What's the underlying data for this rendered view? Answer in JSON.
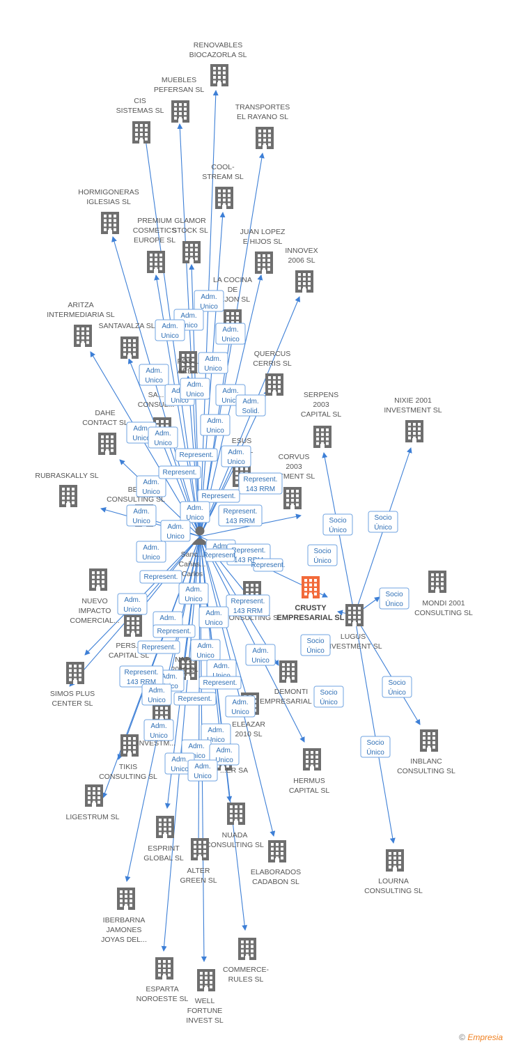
{
  "person": {
    "name_lines": [
      "Sanc...",
      "Cañas...",
      "Carlos"
    ]
  },
  "focus": {
    "label_lines": [
      "CRUSTY",
      "EMPRESARIAL SL"
    ]
  },
  "hub": {
    "label_lines": [
      "LUGUS",
      "INVESTMENT SL"
    ]
  },
  "companies": [
    {
      "lines": [
        "RENOVABLES",
        "BIOCAZORLA SL"
      ]
    },
    {
      "lines": [
        "MUEBLES",
        "PEFERSAN SL"
      ]
    },
    {
      "lines": [
        "CIS",
        "SISTEMAS SL"
      ]
    },
    {
      "lines": [
        "TRANSPORTES",
        "EL RAYANO SL"
      ]
    },
    {
      "lines": [
        "COOL-",
        "STREAM  SL"
      ]
    },
    {
      "lines": [
        "HORMIGONERAS",
        "IGLESIAS SL"
      ]
    },
    {
      "lines": [
        "PREMIUM",
        "COSMETICS",
        "EUROPE  SL"
      ]
    },
    {
      "lines": [
        "GLAMOR",
        "STOCK  SL"
      ]
    },
    {
      "lines": [
        "JUAN LOPEZ",
        "E HIJOS SL"
      ]
    },
    {
      "lines": [
        "INNOVEX",
        "2006 SL"
      ]
    },
    {
      "lines": [
        "LA COCINA",
        "DE",
        "TEJON SL"
      ]
    },
    {
      "lines": [
        "ARITZA",
        "INTERMEDIARIA SL"
      ]
    },
    {
      "lines": [
        "SANTAVALZA SL"
      ]
    },
    {
      "lines": [
        "QUERCUS",
        "CERRIS SL"
      ]
    },
    {
      "lines": [
        "POS...",
        "ARE..."
      ]
    },
    {
      "lines": [
        "SA...",
        "CONSUL..."
      ]
    },
    {
      "lines": [
        "DAHE",
        "CONTACT SL"
      ]
    },
    {
      "lines": [
        "ESUS",
        "...G SL"
      ]
    },
    {
      "lines": [
        "RUBRASKALLY SL"
      ]
    },
    {
      "lines": [
        "BE...",
        "CONSULTING SL"
      ]
    },
    {
      "lines": [
        "CORVUS",
        "2003",
        "...TMENT SL"
      ]
    },
    {
      "lines": [
        "NUEVO",
        "IMPACTO",
        "COMERCIAL..."
      ]
    },
    {
      "lines": [
        "PERS...",
        "CAPITAL SL"
      ]
    },
    {
      "lines": [
        "SIMOS PLUS",
        "CENTER SL"
      ]
    },
    {
      "lines": [
        "NAT...",
        "2010 SL"
      ]
    },
    {
      "lines": [
        "...CONSULTING S..."
      ]
    },
    {
      "lines": [
        "DEMONTI",
        "EMPRESARIAL SL"
      ]
    },
    {
      "lines": [
        "TIKIS",
        "CONSULTING SL"
      ]
    },
    {
      "lines": [
        "...INVESTM..."
      ]
    },
    {
      "lines": [
        "ELEAZAR",
        "2010 SL"
      ]
    },
    {
      "lines": [
        "...ER SA"
      ]
    },
    {
      "lines": [
        "LIGESTRUM SL"
      ]
    },
    {
      "lines": [
        "HERMUS",
        "CAPITAL SL"
      ]
    },
    {
      "lines": [
        "ESPRINT",
        "GLOBAL SL"
      ]
    },
    {
      "lines": [
        "NUADA",
        "CONSULTING SL"
      ]
    },
    {
      "lines": [
        "ALTER",
        "GREEN SL"
      ]
    },
    {
      "lines": [
        "ELABORADOS",
        "CADABON  SL"
      ]
    },
    {
      "lines": [
        "IBERBARNA",
        "JAMONES",
        "JOYAS DEL..."
      ]
    },
    {
      "lines": [
        "COMMERCE-",
        "RULES  SL"
      ]
    },
    {
      "lines": [
        "ESPARTA",
        "NOROESTE SL"
      ]
    },
    {
      "lines": [
        "WELL",
        "FORTUNE",
        "INVEST  SL"
      ]
    },
    {
      "lines": [
        "SERPENS",
        "2003",
        "CAPITAL SL"
      ]
    },
    {
      "lines": [
        "NIXIE 2001",
        "INVESTMENT SL"
      ]
    },
    {
      "lines": [
        "MONDI 2001",
        "CONSULTING SL"
      ]
    },
    {
      "lines": [
        "INBLANC",
        "CONSULTING SL"
      ]
    },
    {
      "lines": [
        "LOURNA",
        "CONSULTING SL"
      ]
    }
  ],
  "badges": [
    {
      "lines": [
        "Adm.",
        "Unico"
      ]
    },
    {
      "lines": [
        "Adm.",
        "Unico"
      ]
    },
    {
      "lines": [
        "Adm.",
        "Unico"
      ]
    },
    {
      "lines": [
        "Adm.",
        "Unico"
      ]
    },
    {
      "lines": [
        "Adm.",
        "Unico"
      ]
    },
    {
      "lines": [
        "Adm.",
        "Unico"
      ]
    },
    {
      "lines": [
        "Adm.",
        "Unico"
      ]
    },
    {
      "lines": [
        "Adm.",
        "Unico"
      ]
    },
    {
      "lines": [
        "Adm.",
        "Unico"
      ]
    },
    {
      "lines": [
        "Adm.",
        "Unico"
      ]
    },
    {
      "lines": [
        "Adm.",
        "Solid."
      ]
    },
    {
      "lines": [
        "Adm.",
        "Unico"
      ]
    },
    {
      "lines": [
        "Adm.",
        "Unico"
      ]
    },
    {
      "lines": [
        "Adm.",
        "Unico"
      ]
    },
    {
      "lines": [
        "Represent."
      ]
    },
    {
      "lines": [
        "Adm.",
        "Unico"
      ]
    },
    {
      "lines": [
        "Represent."
      ]
    },
    {
      "lines": [
        "Represent.",
        "143 RRM"
      ]
    },
    {
      "lines": [
        "Adm.",
        "Unico"
      ]
    },
    {
      "lines": [
        "Represent."
      ]
    },
    {
      "lines": [
        "Adm.",
        "Unico"
      ]
    },
    {
      "lines": [
        "Represent.",
        "143 RRM"
      ]
    },
    {
      "lines": [
        "Adm.",
        "Unico"
      ]
    },
    {
      "lines": [
        "Adm.",
        "Unico"
      ]
    },
    {
      "lines": [
        "Adm.",
        "Unico"
      ]
    },
    {
      "lines": [
        "Represent.",
        "143 RRM"
      ]
    },
    {
      "lines": [
        "Represent."
      ]
    },
    {
      "lines": [
        "Represent."
      ]
    },
    {
      "lines": [
        "Represent."
      ]
    },
    {
      "lines": [
        "Adm.",
        "Unico"
      ]
    },
    {
      "lines": [
        "Adm.",
        "Unico"
      ]
    },
    {
      "lines": [
        "Represent.",
        "143 RRM"
      ]
    },
    {
      "lines": [
        "Adm.",
        "Unico"
      ]
    },
    {
      "lines": [
        "Adm.",
        "Unico"
      ]
    },
    {
      "lines": [
        "Represent."
      ]
    },
    {
      "lines": [
        "Adm.",
        "Unico"
      ]
    },
    {
      "lines": [
        "Represent."
      ]
    },
    {
      "lines": [
        "Adm.",
        "Unico"
      ]
    },
    {
      "lines": [
        "Adm.",
        "Unico"
      ]
    },
    {
      "lines": [
        "Adm.",
        "Unico"
      ]
    },
    {
      "lines": [
        "Represent.",
        "143 RRM"
      ]
    },
    {
      "lines": [
        "Adm.",
        "Unico"
      ]
    },
    {
      "lines": [
        "Represent."
      ]
    },
    {
      "lines": [
        "Represent."
      ]
    },
    {
      "lines": [
        "Adm.",
        "Unico"
      ]
    },
    {
      "lines": [
        "Adm.",
        "Unico"
      ]
    },
    {
      "lines": [
        "Adm.",
        "Unico"
      ]
    },
    {
      "lines": [
        "Adm.",
        "Unico"
      ]
    },
    {
      "lines": [
        "Adm.",
        "Unico"
      ]
    },
    {
      "lines": [
        "Adm.",
        "Unico"
      ]
    },
    {
      "lines": [
        "Adm.",
        "Unico"
      ]
    },
    {
      "lines": [
        "Socio",
        "Único"
      ]
    },
    {
      "lines": [
        "Socio",
        "Único"
      ]
    },
    {
      "lines": [
        "Socio",
        "Único"
      ]
    },
    {
      "lines": [
        "Socio",
        "Único"
      ]
    },
    {
      "lines": [
        "Socio",
        "Único"
      ]
    },
    {
      "lines": [
        "Socio",
        "Único"
      ]
    },
    {
      "lines": [
        "Socio",
        "Único"
      ]
    },
    {
      "lines": [
        "Socio",
        "Único"
      ]
    }
  ],
  "footer": {
    "copyright": "©",
    "brand": "Empresia"
  },
  "colors": {
    "edge": "#3d7fd6",
    "building": "#6e6e6e",
    "focus": "#f26a3a",
    "badge_border": "#6fa3e0",
    "badge_text": "#2f6fb5"
  }
}
